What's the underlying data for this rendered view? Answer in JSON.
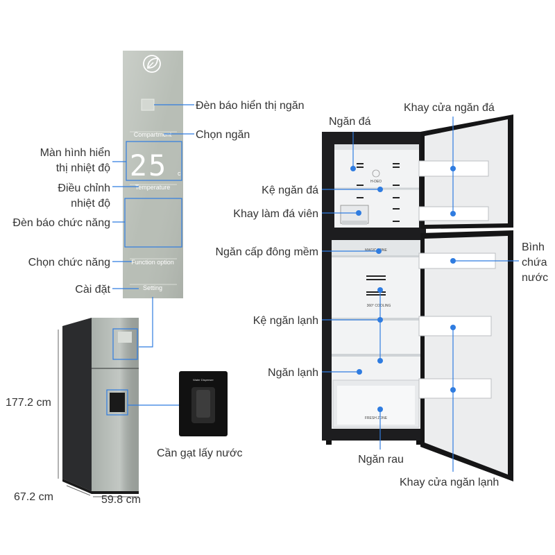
{
  "colors": {
    "callout": "#2f7ce0",
    "text": "#333333",
    "panel": "#b7bdb5",
    "fridge_body": "#1d1d1f",
    "interior": "#f2f3f4"
  },
  "panel": {
    "compartment_label": "Compartment",
    "temperature_label": "Temperature",
    "function_label": "Function  option",
    "setting_label": "Setting",
    "display_value": "25",
    "display_unit": "c",
    "leaf_icon": "leaf-icon"
  },
  "panel_callouts": {
    "compartment_indicator": "Đèn báo hiển thị ngăn",
    "choose_compartment": "Chọn ngăn",
    "temp_display_line1": "Màn hình hiển",
    "temp_display_line2": "thị nhiệt độ",
    "temp_adjust_line1": "Điều chỉnh",
    "temp_adjust_line2": "nhiệt độ",
    "function_indicator": "Đèn báo chức năng",
    "choose_function": "Chọn chức năng",
    "settings": "Cài đặt"
  },
  "dispenser": {
    "label": "Cần gạt lấy nước",
    "device_text": "Water Dispenser"
  },
  "dimensions": {
    "height": "177.2 cm",
    "depth": "67.2 cm",
    "width": "59.8 cm"
  },
  "fridge_callouts": {
    "ice_compartment": "Ngăn đá",
    "freezer_door_tray": "Khay cửa ngăn đá",
    "freezer_shelf": "Kệ ngăn đá",
    "ice_tray": "Khay làm đá viên",
    "soft_freeze": "Ngăn cấp đông mềm",
    "water_tank_line1": "Bình",
    "water_tank_line2": "chứa",
    "water_tank_line3": "nước",
    "fridge_shelf": "Kệ ngăn lạnh",
    "fridge_compartment": "Ngăn lạnh",
    "vegetable_drawer": "Ngăn rau",
    "fridge_door_tray": "Khay cửa ngăn lạnh"
  },
  "fridge_printed": {
    "hydeo": "H-DEO",
    "magic_zone": "MAGIC ZONE",
    "cooling_360": "360° COOLING",
    "fresh_zone": "FRESH ZONE"
  }
}
